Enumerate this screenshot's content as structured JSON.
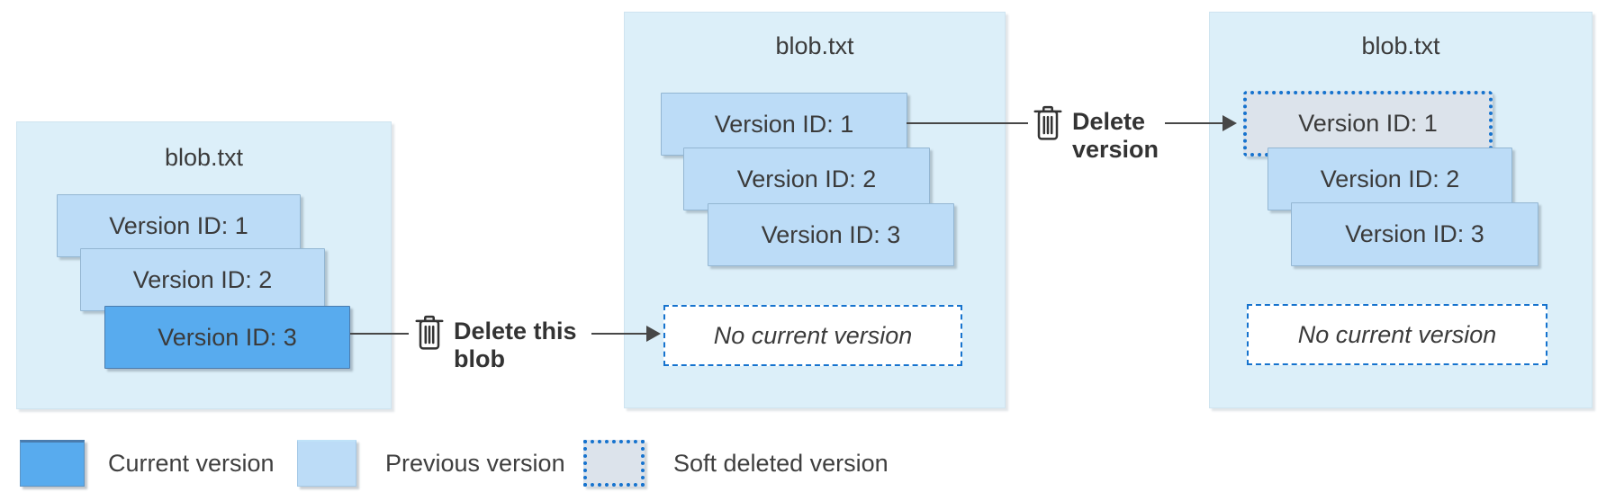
{
  "panels": [
    {
      "title": "blob.txt",
      "versions": [
        {
          "label": "Version ID: 1",
          "state": "previous"
        },
        {
          "label": "Version ID: 2",
          "state": "previous"
        },
        {
          "label": "Version ID: 3",
          "state": "current"
        }
      ]
    },
    {
      "title": "blob.txt",
      "versions": [
        {
          "label": "Version ID: 1",
          "state": "previous"
        },
        {
          "label": "Version ID: 2",
          "state": "previous"
        },
        {
          "label": "Version ID: 3",
          "state": "previous"
        }
      ],
      "placeholder": "No current version"
    },
    {
      "title": "blob.txt",
      "versions": [
        {
          "label": "Version ID: 1",
          "state": "soft-deleted"
        },
        {
          "label": "Version ID: 2",
          "state": "previous"
        },
        {
          "label": "Version ID: 3",
          "state": "previous"
        }
      ],
      "placeholder": "No current version"
    }
  ],
  "actions": [
    {
      "icon": "trash-icon",
      "line1": "Delete this",
      "line2": "blob"
    },
    {
      "icon": "trash-icon",
      "line1": "Delete",
      "line2": "version"
    }
  ],
  "legend": [
    {
      "swatch": "current",
      "label": "Current version"
    },
    {
      "swatch": "previous",
      "label": "Previous version"
    },
    {
      "swatch": "soft-deleted",
      "label": "Soft deleted version"
    }
  ],
  "colors": {
    "panel_bg": "#DCEFF9",
    "previous_fill": "#BCDCF7",
    "current_fill": "#58ABEE",
    "soft_deleted_fill": "#DCE3EB",
    "dashed_border": "#1673CE",
    "arrow": "#474747",
    "text": "#3B3B3B"
  }
}
